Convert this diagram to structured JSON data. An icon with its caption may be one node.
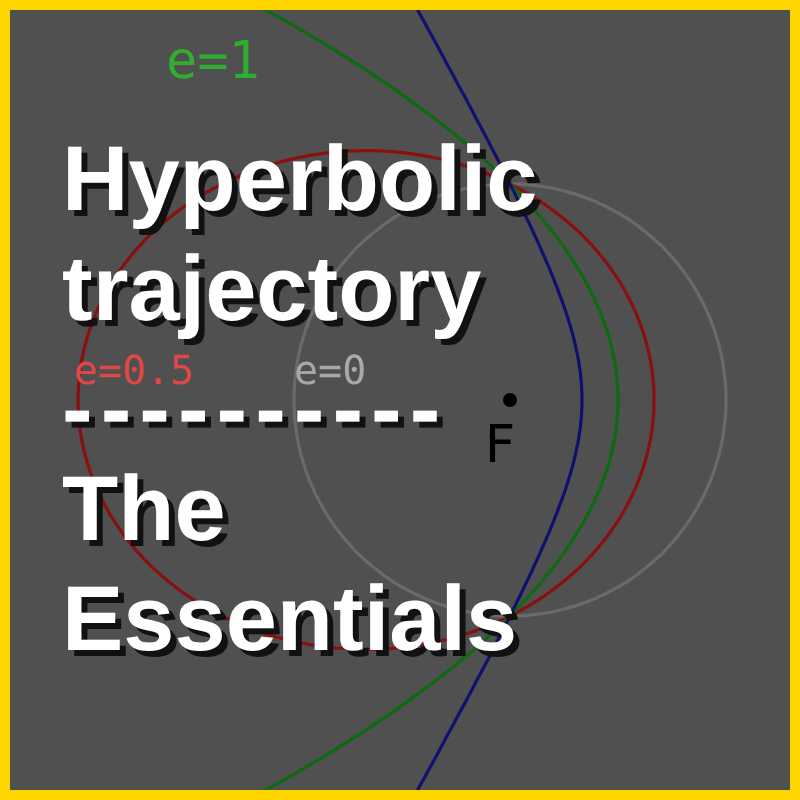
{
  "diagram": {
    "title": "Hyperbolic trajectory",
    "labels": [
      "e=1",
      "----------",
      "e=0.5",
      "e=0",
      "F",
      "The Essentials"
    ]
  }
}
